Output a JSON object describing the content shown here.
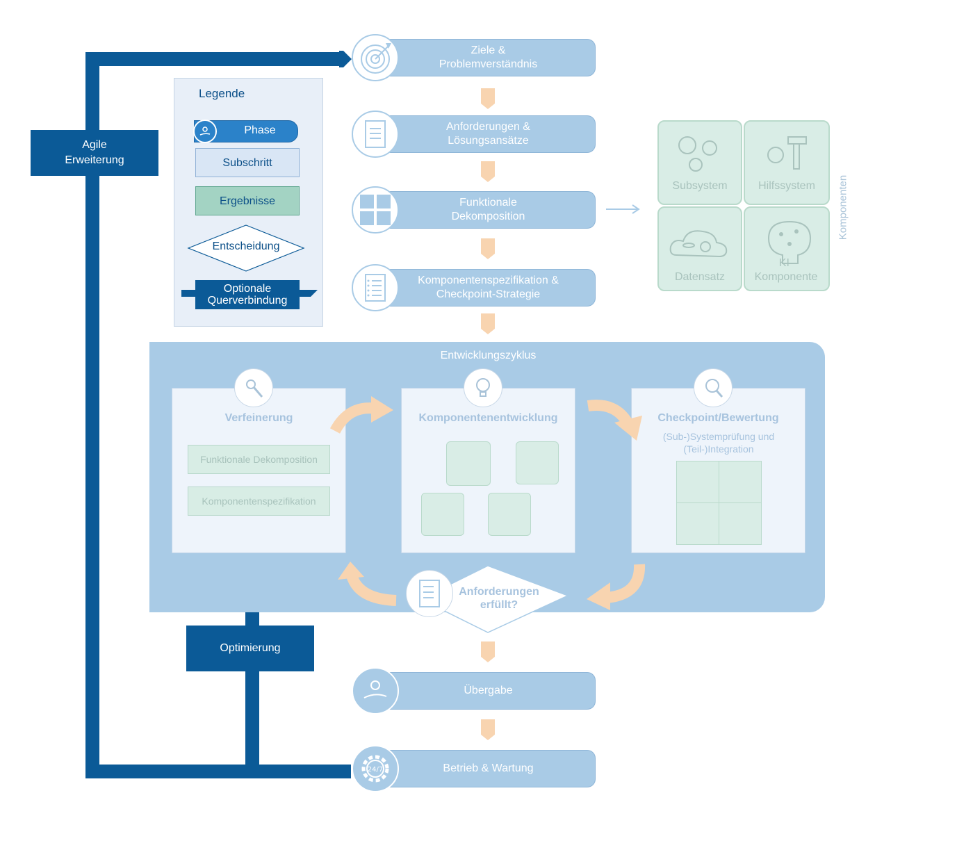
{
  "phases": [
    {
      "label": "Ziele & Problemverständnis",
      "icon": "target-icon"
    },
    {
      "label": "Anforderungen & Lösungsansätze",
      "icon": "document-list-icon"
    },
    {
      "label": "Funktionale Dekomposition",
      "icon": "puzzle-icon"
    },
    {
      "label": "Komponentenspezifikation & Checkpoint-Strategie",
      "icon": "checklist-icon"
    },
    {
      "label": "Übergabe",
      "icon": "hand-gear-icon"
    },
    {
      "label": "Betrieb & Wartung",
      "icon": "gear-24-7-icon"
    }
  ],
  "legend": {
    "title": "Legende",
    "phase": "Phase",
    "subschritt": "Subschritt",
    "ergebnisse": "Ergebnisse",
    "entscheidung": "Entscheidung",
    "optional": "Optionale Querverbindung"
  },
  "agile": "Agile Erweiterung",
  "optimierung": "Optimierung",
  "components": {
    "title": "Komponenten",
    "subsystem": "Subsystem",
    "hilfssystem": "Hilfssystem",
    "datensatz": "Datensatz",
    "ki": "KI-Komponente"
  },
  "cycle": {
    "title": "Entwicklungszyklus",
    "verfeinerung": "Verfeinerung",
    "sub1": "Funktionale Dekomposition",
    "sub2": "Komponentenspezifikation",
    "entwicklung": "Komponentenentwicklung",
    "checkpoint": "Checkpoint/Bewertung",
    "checkpoint_sub": "(Sub-)Systemprüfung und (Teil-)Integration",
    "decision": "Anforderungen erfüllt?"
  },
  "colors": {
    "dark_blue": "#0b5a97",
    "phase_blue": "#a9cbe6",
    "peach_arrow": "#f8d4b0",
    "green": "#d8ede5"
  }
}
